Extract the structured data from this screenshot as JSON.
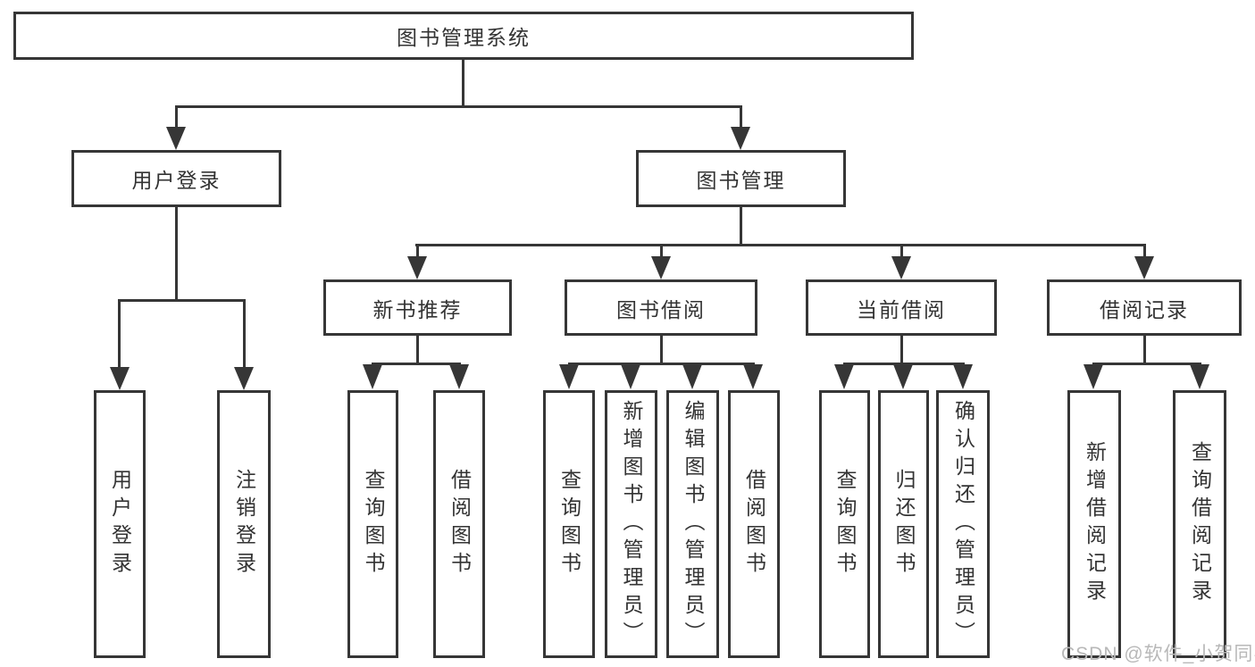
{
  "diagram": {
    "root": {
      "label": "图书管理系统"
    },
    "level2": [
      {
        "label": "用户登录"
      },
      {
        "label": "图书管理"
      }
    ],
    "level3": [
      {
        "label": "新书推荐"
      },
      {
        "label": "图书借阅"
      },
      {
        "label": "当前借阅"
      },
      {
        "label": "借阅记录"
      }
    ],
    "level4": [
      {
        "label": "用户登录"
      },
      {
        "label": "注销登录"
      },
      {
        "label": "查询图书"
      },
      {
        "label": "借阅图书"
      },
      {
        "label": "查询图书"
      },
      {
        "label": "新增图书（管理员）"
      },
      {
        "label": "编辑图书（管理员）"
      },
      {
        "label": "借阅图书"
      },
      {
        "label": "查询图书"
      },
      {
        "label": "归还图书"
      },
      {
        "label": "确认归还（管理员）"
      },
      {
        "label": "新增借阅记录"
      },
      {
        "label": "查询借阅记录"
      }
    ],
    "watermark": "CSDN @软件_小贺同学",
    "colors": {
      "line": "#363636",
      "text": "#333333",
      "background": "#ffffff",
      "watermark": "#b8b8b8"
    }
  }
}
